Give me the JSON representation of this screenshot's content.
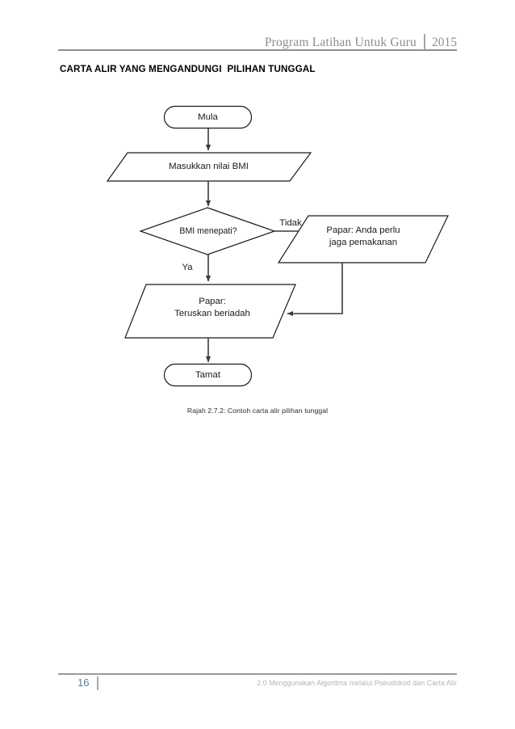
{
  "header": {
    "title": "Program Latihan Untuk Guru",
    "year": "2015",
    "separator_icon": "vertical-bar-icon"
  },
  "section": {
    "title": "CARTA ALIR YANG MENGANDUNGI  PILIHAN TUNGGAL"
  },
  "flowchart": {
    "nodes": [
      {
        "id": "start",
        "shape": "terminator",
        "label": "Mula"
      },
      {
        "id": "input-bmi",
        "shape": "parallelogram",
        "label": "Masukkan nilai BMI"
      },
      {
        "id": "decision",
        "shape": "diamond",
        "label": "BMI menepati?"
      },
      {
        "id": "output-diet",
        "shape": "parallelogram",
        "label": "Papar: Anda perlu\njaga pemakanan"
      },
      {
        "id": "output-ok",
        "shape": "parallelogram",
        "label": "Papar:\nTeruskan beriadah"
      },
      {
        "id": "end",
        "shape": "terminator",
        "label": "Tamat"
      }
    ],
    "branches": [
      {
        "id": "no",
        "label": "Tidak"
      },
      {
        "id": "yes",
        "label": "Ya"
      }
    ],
    "line_color": "#1a1a1a"
  },
  "caption": {
    "text": "Rajah 2.7.2: Contoh carta alir pilihan tunggal"
  },
  "footer": {
    "page_number": "16",
    "chapter": "2.0 Menggunakan Algoritma melalui Pseudokod dan Carta Alir",
    "separator_icon": "vertical-bar-icon",
    "page_number_color": "#5b7ca6"
  }
}
